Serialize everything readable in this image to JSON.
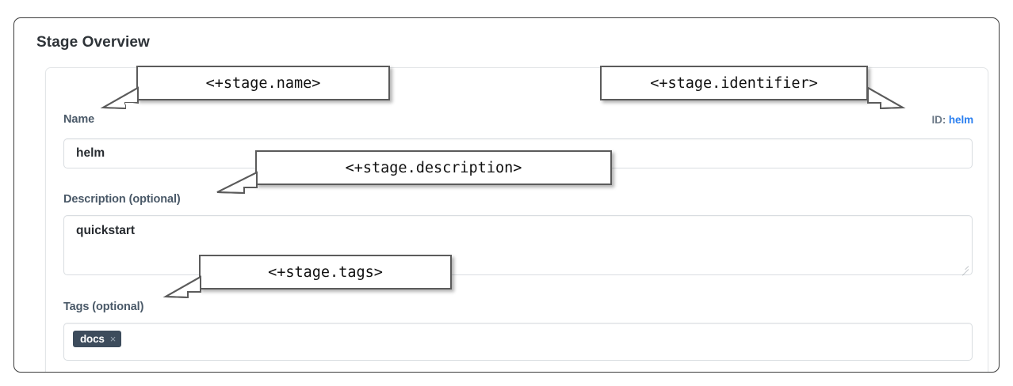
{
  "page_title": "Stage Overview",
  "form": {
    "name": {
      "label": "Name",
      "value": "helm"
    },
    "identifier": {
      "prefix": "ID:",
      "value": "helm"
    },
    "description": {
      "label": "Description (optional)",
      "value": "quickstart"
    },
    "tags": {
      "label": "Tags (optional)",
      "chips": [
        {
          "text": "docs",
          "remove_icon": "×"
        }
      ]
    }
  },
  "annotations": [
    {
      "id": "name-callout",
      "text": "<+stage.name>"
    },
    {
      "id": "identifier-callout",
      "text": "<+stage.identifier>"
    },
    {
      "id": "description-callout",
      "text": "<+stage.description>"
    },
    {
      "id": "tags-callout",
      "text": "<+stage.tags>"
    }
  ],
  "colors": {
    "label": "#4a5968",
    "id_link": "#2a7ff0",
    "tag_chip_bg": "#3d4c5c",
    "callout_border": "#5b5b5b",
    "frame_border": "#3b3b3b"
  }
}
